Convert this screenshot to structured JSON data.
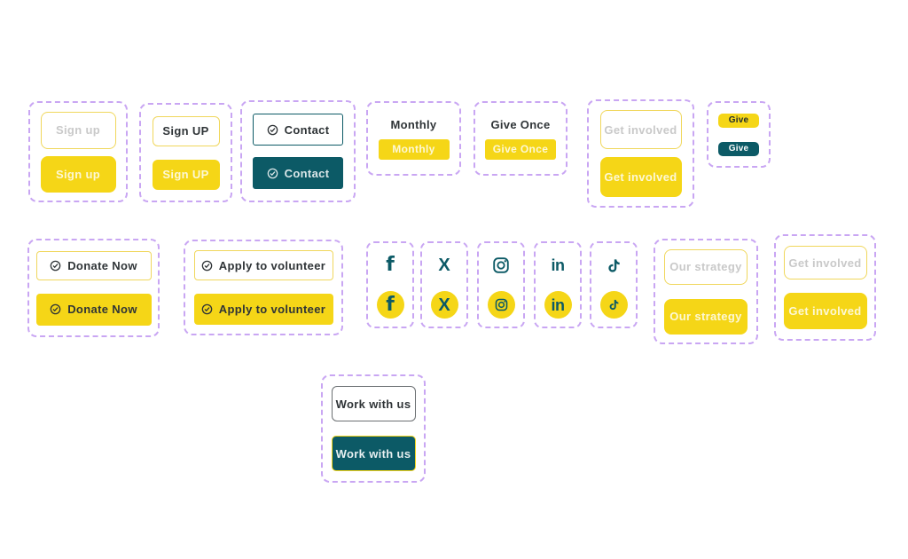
{
  "colors": {
    "brand_yellow": "#F5D617",
    "brand_teal": "#0C5A66",
    "frame_dashed_purple": "#C9A6F3",
    "ghost_text_gray": "#C9C9C9",
    "ink_text": "#2F3437"
  },
  "buttons": {
    "sign_up": {
      "ghost": "Sign up",
      "solid": "Sign up"
    },
    "sign_up_caps": {
      "ghost": "Sign UP",
      "solid": "Sign UP"
    },
    "contact": {
      "outline": "Contact",
      "solid": "Contact"
    },
    "monthly": {
      "label": "Monthly",
      "solid": "Monthly"
    },
    "give_once": {
      "label": "Give Once",
      "solid": "Give Once"
    },
    "get_involved": {
      "ghost": "Get involved",
      "solid": "Get involved"
    },
    "give": {
      "yellow_pill": "Give",
      "teal_pill": "Give"
    },
    "donate_now": {
      "outline": "Donate Now",
      "solid": "Donate Now"
    },
    "apply_to_volunteer": {
      "outline": "Apply to volunteer",
      "solid": "Apply to volunteer"
    },
    "our_strategy": {
      "ghost": "Our strategy",
      "solid": "Our strategy"
    },
    "get_involved_right": {
      "ghost": "Get involved",
      "solid": "Get involved"
    },
    "work_with_us": {
      "outline": "Work with us",
      "solid": "Work with us"
    }
  },
  "social_glyphs": {
    "facebook": "f",
    "x_twitter": "X",
    "linkedin": "in"
  },
  "social_icons": [
    {
      "name": "facebook-icon",
      "variants": [
        "plain-teal",
        "yellow-circle"
      ]
    },
    {
      "name": "x-twitter-icon",
      "variants": [
        "plain-teal",
        "yellow-circle"
      ]
    },
    {
      "name": "instagram-icon",
      "variants": [
        "plain-teal",
        "yellow-circle"
      ]
    },
    {
      "name": "linkedin-icon",
      "variants": [
        "plain-teal",
        "yellow-circle"
      ]
    },
    {
      "name": "tiktok-icon",
      "variants": [
        "plain-teal",
        "yellow-circle"
      ]
    }
  ]
}
